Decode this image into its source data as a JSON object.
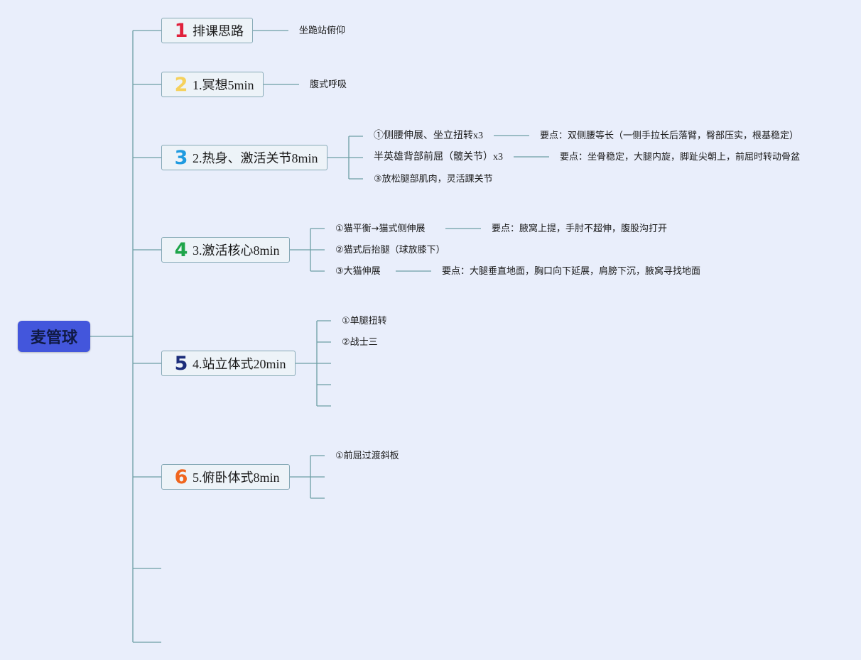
{
  "root": {
    "label": "麦管球"
  },
  "branches": [
    {
      "number": "1",
      "number_color": "#e0213c",
      "label": "排课思路",
      "note": "坐跪站俯仰"
    },
    {
      "number": "2",
      "number_color": "#f5d15c",
      "label": "1.冥想5min",
      "note": "腹式呼吸"
    },
    {
      "number": "3",
      "number_color": "#1f9be0",
      "label": "2.热身、激活关节8min",
      "children": [
        {
          "label": "①侧腰伸展、坐立扭转x3",
          "note": "要点：双侧腰等长（一侧手拉长后落臂，臀部压实，根基稳定）"
        },
        {
          "label": "半英雄背部前屈（髋关节）x3",
          "note": "要点：坐骨稳定，大腿内旋，脚趾尖朝上，前屈时转动骨盆"
        },
        {
          "label": "③放松腿部肌肉，灵活踝关节"
        }
      ]
    },
    {
      "number": "4",
      "number_color": "#1fa54a",
      "label": "3.激活核心8min",
      "children": [
        {
          "label": "①猫平衡→猫式侧伸展",
          "note": "要点：腋窝上提，手肘不超伸，腹股沟打开"
        },
        {
          "label": "②猫式后抬腿（球放膝下）"
        },
        {
          "label": "③大猫伸展",
          "note": "要点：大腿垂直地面，胸口向下延展，肩膀下沉，腋窝寻找地面"
        }
      ]
    },
    {
      "number": "5",
      "number_color": "#1b2d7a",
      "label": "4.站立体式20min",
      "children": [
        {
          "label": "①单腿扭转"
        },
        {
          "label": "②战士三"
        }
      ]
    },
    {
      "number": "6",
      "number_color": "#f0651d",
      "label": "5.俯卧体式8min",
      "children": [
        {
          "label": "①前屈过渡斜板"
        }
      ]
    }
  ],
  "colors": {
    "background": "#e9eefb",
    "root_fill": "#4356dc",
    "connector": "#6d9fa5",
    "node_border": "#86a9b6",
    "node_fill": "#edf3f8"
  }
}
